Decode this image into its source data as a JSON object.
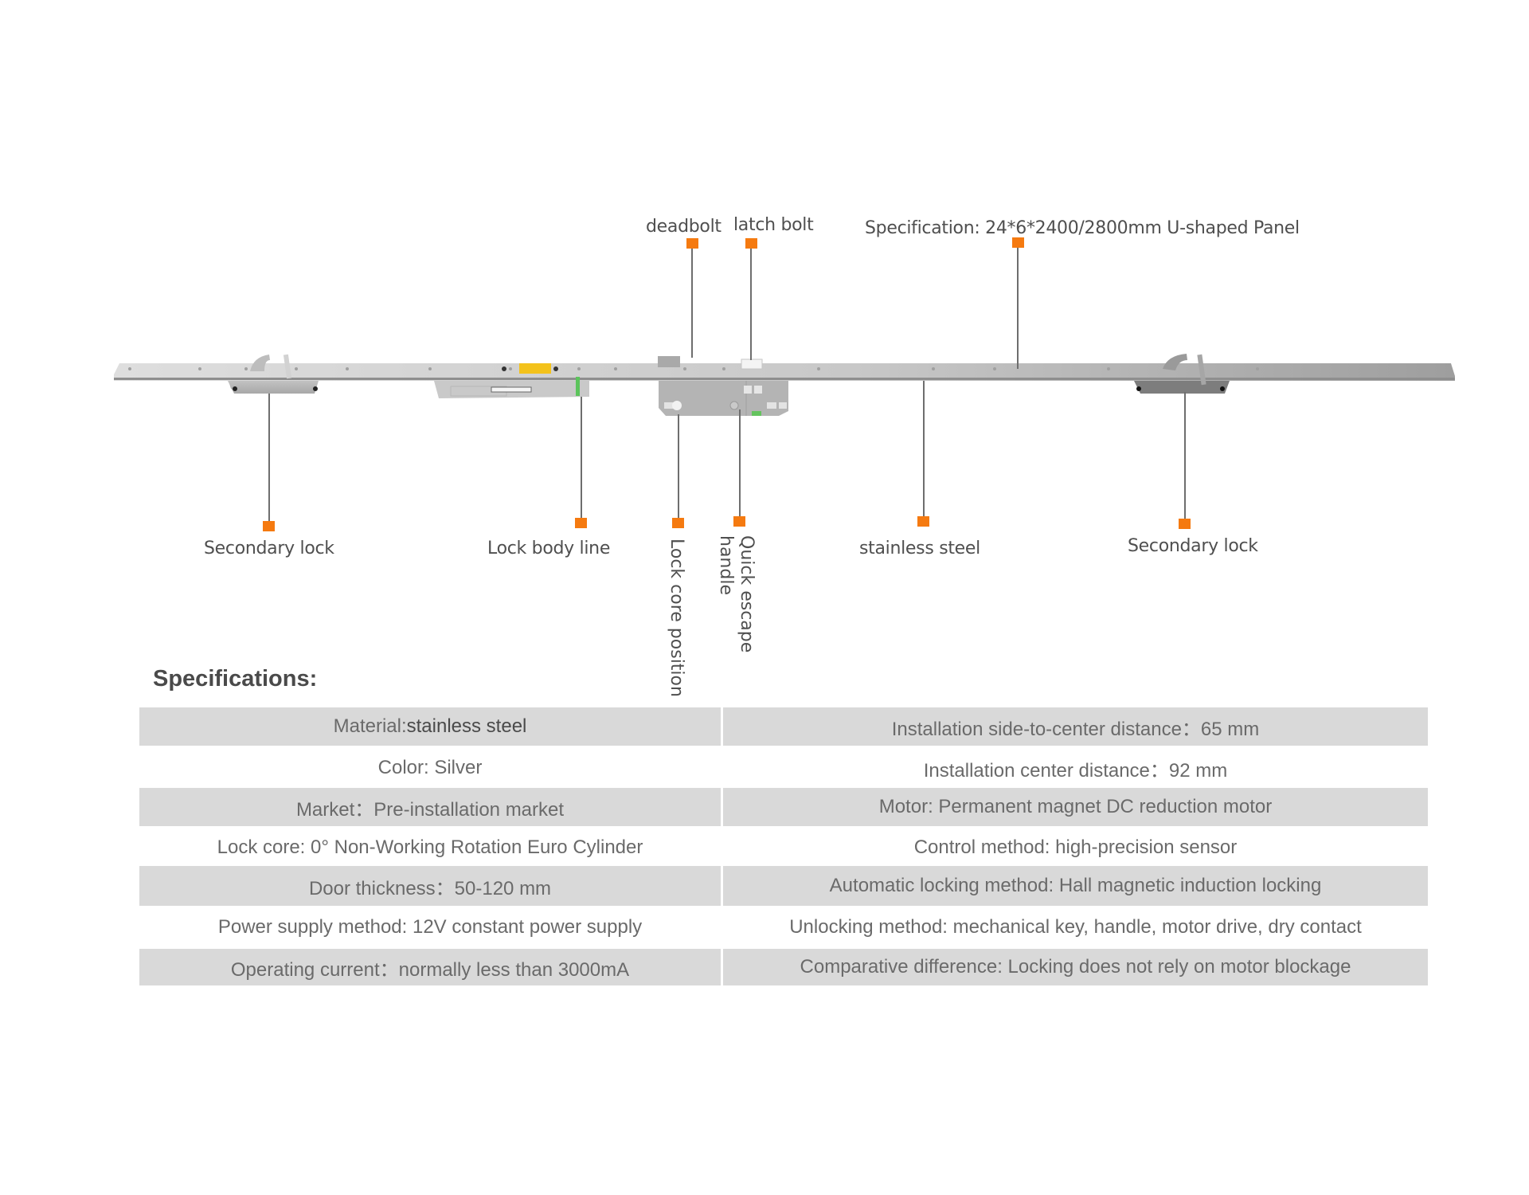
{
  "callouts_top": [
    {
      "id": "deadbolt",
      "label": "deadbolt"
    },
    {
      "id": "latch-bolt",
      "label": "latch bolt"
    },
    {
      "id": "specification",
      "label": "Specification: 24*6*2400/2800mm  U-shaped Panel"
    }
  ],
  "callouts_bottom": [
    {
      "id": "secondary-lock-left",
      "label": "Secondary lock"
    },
    {
      "id": "lock-body-line",
      "label": "Lock body line"
    },
    {
      "id": "lock-core-position",
      "label": "Lock core position"
    },
    {
      "id": "quick-escape-handle",
      "label": "Quick escape handle"
    },
    {
      "id": "stainless-steel",
      "label": "stainless steel"
    },
    {
      "id": "secondary-lock-right",
      "label": "Secondary lock"
    }
  ],
  "colors": {
    "callout_marker": "#f57a10",
    "row_gray": "#d9d9d9",
    "leader_line": "#6e6e6e"
  },
  "specifications": {
    "heading": "Specifications:",
    "rows": [
      {
        "left_key": "Material: ",
        "left_val": "stainless steel",
        "right": "Installation side-to-center distance：65 mm",
        "shaded": true
      },
      {
        "left_key": "Color: Silver",
        "left_val": "",
        "right": "Installation center distance：92 mm",
        "shaded": false
      },
      {
        "left_key": "Market：Pre-installation market",
        "left_val": "",
        "right": "Motor: Permanent magnet DC reduction motor",
        "shaded": true
      },
      {
        "left_key": "Lock core: 0° Non-Working Rotation Euro Cylinder",
        "left_val": "",
        "right": "Control method: high-precision sensor",
        "shaded": false
      },
      {
        "left_key": "Door thickness：50-120 mm",
        "left_val": "",
        "right": "Automatic locking method: Hall magnetic induction locking",
        "shaded": true
      },
      {
        "left_key": "Power supply method: 12V constant power supply",
        "left_val": "",
        "right": "Unlocking method: mechanical key, handle, motor drive, dry contact",
        "shaded": false
      },
      {
        "left_key": "Operating current：normally less than 3000mA",
        "left_val": "",
        "right": "Comparative difference: Locking does not rely on motor blockage",
        "shaded": true
      }
    ]
  }
}
